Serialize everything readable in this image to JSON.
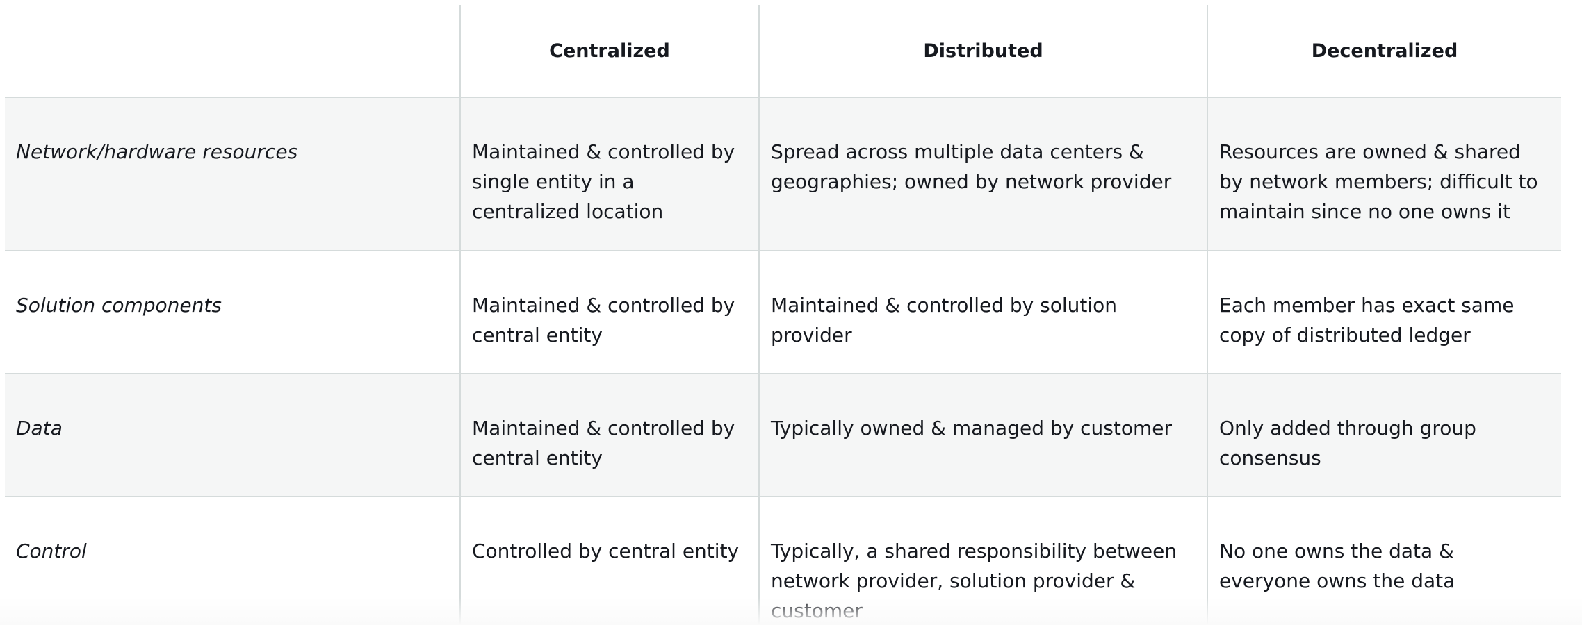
{
  "table": {
    "headers": [
      "",
      "Centralized",
      "Distributed",
      "Decentralized"
    ],
    "rows": [
      {
        "label": "Network/hardware resources",
        "cells": [
          "Maintained & controlled by single entity in a centralized location",
          "Spread across multiple data centers & geographies; owned by network provider",
          "Resources are owned & shared by network members; difficult to maintain since no one owns it"
        ]
      },
      {
        "label": "Solution components",
        "cells": [
          "Maintained & controlled by central entity",
          "Maintained & controlled by solution provider",
          "Each member has exact same copy of distributed ledger"
        ]
      },
      {
        "label": "Data",
        "cells": [
          "Maintained & controlled by central entity",
          "Typically owned & managed by customer",
          "Only added through group consensus"
        ]
      },
      {
        "label": "Control",
        "cells": [
          "Controlled by central entity",
          "Typically, a shared responsibility between network provider, solution provider & customer",
          "No one owns the data & everyone owns the data"
        ]
      }
    ]
  }
}
